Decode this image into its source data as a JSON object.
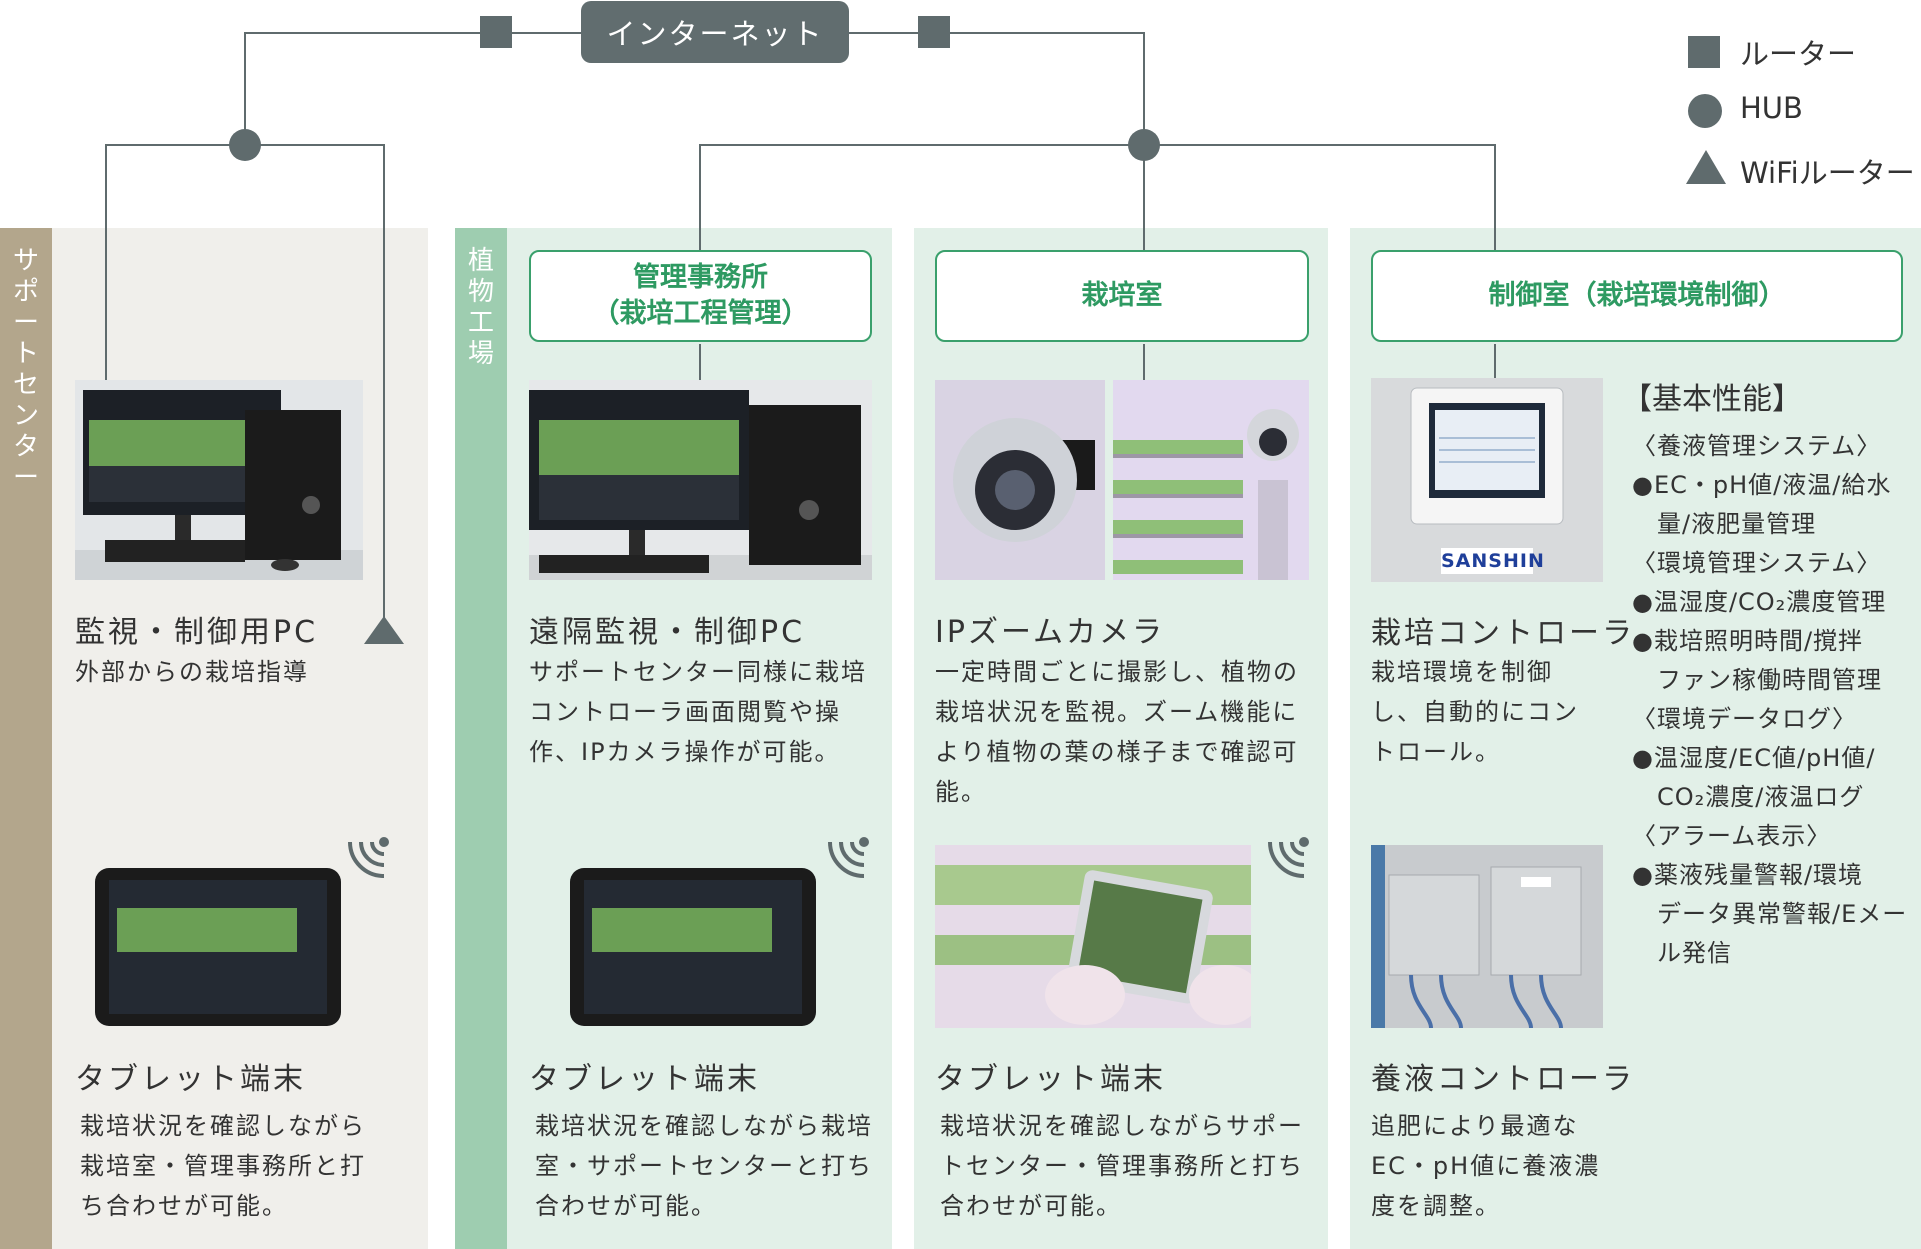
{
  "internet": {
    "label": "インターネット"
  },
  "legend": {
    "router": "ルーター",
    "hub": "HUB",
    "wifi": "WiFiルーター"
  },
  "sections": {
    "support_center": "サポートセンター",
    "plant_factory": "植物工場"
  },
  "headers": {
    "office": "管理事務所\n（栽培工程管理）",
    "cultivation_room": "栽培室",
    "control_room": "制御室（栽培環境制御）"
  },
  "devices": {
    "support_pc": {
      "title": "監視・制御用PC",
      "desc": "外部からの栽培指導"
    },
    "support_tablet": {
      "title": "タブレット端末",
      "desc": "栽培状況を確認しながら栽培室・管理事務所と打ち合わせが可能。"
    },
    "office_pc": {
      "title": "遠隔監視・制御PC",
      "desc": "サポートセンター同様に栽培コントローラ画面閲覧や操作、IPカメラ操作が可能。"
    },
    "office_tablet": {
      "title": "タブレット端末",
      "desc": "栽培状況を確認しながら栽培室・サポートセンターと打ち合わせが可能。"
    },
    "camera": {
      "title": "IPズームカメラ",
      "desc": "一定時間ごとに撮影し、植物の栽培状況を監視。ズーム機能により植物の葉の様子まで確認可能。"
    },
    "room_tablet": {
      "title": "タブレット端末",
      "desc": "栽培状況を確認しながらサポートセンター・管理事務所と打ち合わせが可能。"
    },
    "controller": {
      "title": "栽培コントローラ",
      "desc": "栽培環境を制御し、自動的にコントロール。",
      "brand": "SANSHIN"
    },
    "nutrient": {
      "title": "養液コントローラ",
      "desc": "追肥により最適なEC・pH値に養液濃度を調整。"
    }
  },
  "specs": {
    "heading": "【基本性能】",
    "lines": [
      "〈養液管理システム〉",
      "●EC・pH値/液温/給水",
      "　量/液肥量管理",
      "〈環境管理システム〉",
      "●温湿度/CO₂濃度管理",
      "●栽培照明時間/撹拌",
      "　ファン稼働時間管理",
      "〈環境データログ〉",
      "●温湿度/EC値/pH値/",
      "　CO₂濃度/液温ログ",
      "〈アラーム表示〉",
      "●薬液残量警報/環境",
      "　データ異常警報/Eメー",
      "　ル発信"
    ]
  },
  "colors": {
    "support_bar": "#b3a68c",
    "support_bg": "#f0efeb",
    "plant_bar": "#9ecdb0",
    "plant_bg": "#e2f0e8",
    "header_border": "#3aa06c",
    "line": "#5f6b6d"
  }
}
